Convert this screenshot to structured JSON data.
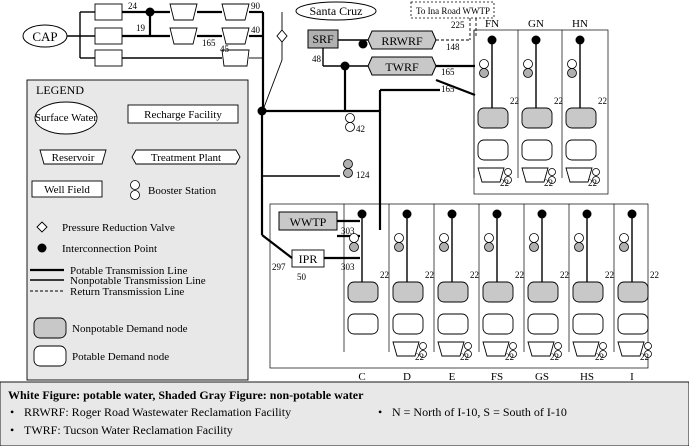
{
  "sources": {
    "cap": "CAP",
    "santa_cruz": "Santa Cruz",
    "ina_road": "To Ina Road WWTP"
  },
  "facilities": {
    "srf": "SRF",
    "rrwrf": "RRWRF",
    "twrf": "TWRF",
    "wwtp": "WWTP",
    "ipr": "IPR"
  },
  "flows": {
    "f24": "24",
    "f19": "19",
    "f90": "90",
    "f165a": "165",
    "f45": "45",
    "f40": "40",
    "f225": "225",
    "f148": "148",
    "f48": "48",
    "f165b": "165",
    "f165c": "165",
    "f42": "42",
    "f124": "124",
    "f303a": "303",
    "f303b": "303",
    "f297": "297",
    "f50": "50"
  },
  "north_zones": [
    "FN",
    "GN",
    "HN"
  ],
  "south_zones": [
    "C",
    "D",
    "E",
    "FS",
    "GS",
    "HS",
    "I"
  ],
  "node_flow": "22",
  "legend": {
    "title": "LEGEND",
    "surface_water": "Surface Water",
    "recharge": "Recharge Facility",
    "reservoir": "Reservoir",
    "treatment": "Treatment Plant",
    "wellfield": "Well Field",
    "booster": "Booster Station",
    "prv": "Pressure Reduction Valve",
    "interconnection": "Interconnection Point",
    "potable_line": "Potable Transmission Line",
    "nonpotable_line": "Nonpotable Transmission Line",
    "return_line": "Return Transmission Line",
    "nonpotable_node": "Nonpotable Demand node",
    "potable_node": "Potable Demand node"
  },
  "notes": {
    "heading": "White Figure: potable water, Shaded Gray Figure: non-potable water",
    "rrwrf_def": "RRWRF: Roger Road Wastewater Reclamation Facility",
    "ns_def": "N = North of I-10,  S = South of I-10",
    "twrf_def": "TWRF: Tucson Water Reclamation Facility"
  }
}
